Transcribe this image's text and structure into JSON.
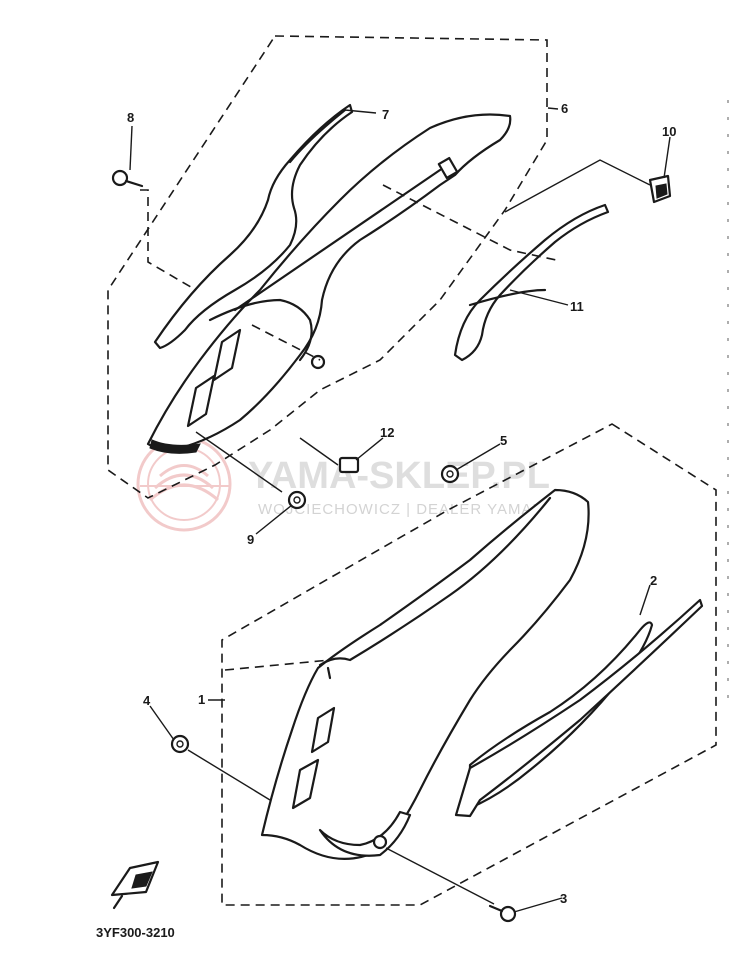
{
  "parts": [
    {
      "id": "1",
      "label": "1"
    },
    {
      "id": "2",
      "label": "2"
    },
    {
      "id": "3",
      "label": "3"
    },
    {
      "id": "4",
      "label": "4"
    },
    {
      "id": "5",
      "label": "5"
    },
    {
      "id": "6",
      "label": "6"
    },
    {
      "id": "7",
      "label": "7"
    },
    {
      "id": "8",
      "label": "8"
    },
    {
      "id": "9",
      "label": "9"
    },
    {
      "id": "10",
      "label": "10"
    },
    {
      "id": "11",
      "label": "11"
    },
    {
      "id": "12",
      "label": "12"
    }
  ],
  "diagram_code": "3YF300-3210",
  "watermark": {
    "brand": "YAMA-SKLEP.PL",
    "tagline": "WOJCIECHOWICZ | DEALER YAMAHA",
    "color": "#e8a0a0"
  }
}
